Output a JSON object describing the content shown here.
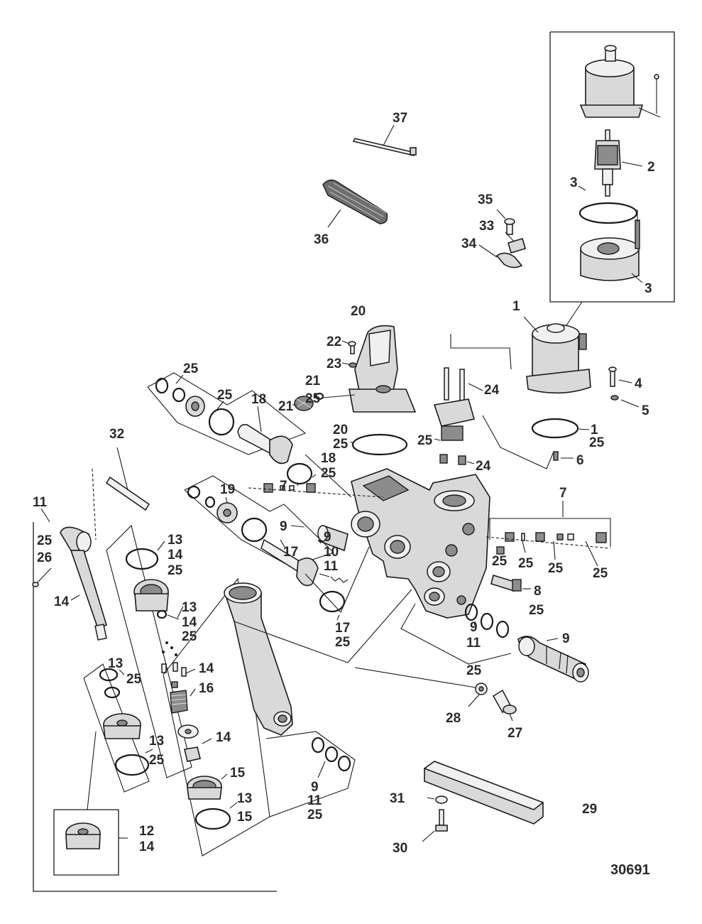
{
  "figure_number": "30691",
  "callouts": [
    {
      "id": "c37",
      "text": "37"
    },
    {
      "id": "c2",
      "text": "2"
    },
    {
      "id": "c3a",
      "text": "3"
    },
    {
      "id": "c3b",
      "text": "3"
    },
    {
      "id": "c35",
      "text": "35"
    },
    {
      "id": "c33",
      "text": "33"
    },
    {
      "id": "c34",
      "text": "34"
    },
    {
      "id": "c36",
      "text": "36"
    },
    {
      "id": "c20a",
      "text": "20"
    },
    {
      "id": "c1a",
      "text": "1"
    },
    {
      "id": "c22",
      "text": "22"
    },
    {
      "id": "c23",
      "text": "23"
    },
    {
      "id": "c25a",
      "text": "25"
    },
    {
      "id": "c21a",
      "text": "21"
    },
    {
      "id": "c25b",
      "text": "25"
    },
    {
      "id": "c24a",
      "text": "24"
    },
    {
      "id": "c4",
      "text": "4"
    },
    {
      "id": "c5",
      "text": "5"
    },
    {
      "id": "c25c",
      "text": "25"
    },
    {
      "id": "c18a",
      "text": "18"
    },
    {
      "id": "c21b",
      "text": "21"
    },
    {
      "id": "c20b",
      "text": "20"
    },
    {
      "id": "c25d",
      "text": "25"
    },
    {
      "id": "c25e",
      "text": "25"
    },
    {
      "id": "c24b",
      "text": "24"
    },
    {
      "id": "c1b",
      "text": "1"
    },
    {
      "id": "c25f",
      "text": "25"
    },
    {
      "id": "c6",
      "text": "6"
    },
    {
      "id": "c32",
      "text": "32"
    },
    {
      "id": "c18b",
      "text": "18"
    },
    {
      "id": "c25g",
      "text": "25"
    },
    {
      "id": "c7a",
      "text": "7"
    },
    {
      "id": "c19",
      "text": "19"
    },
    {
      "id": "c11a",
      "text": "11"
    },
    {
      "id": "c7b",
      "text": "7"
    },
    {
      "id": "c9a",
      "text": "9"
    },
    {
      "id": "c9b",
      "text": "9"
    },
    {
      "id": "c10",
      "text": "10"
    },
    {
      "id": "c25h",
      "text": "25"
    },
    {
      "id": "c26",
      "text": "26"
    },
    {
      "id": "c13a",
      "text": "13"
    },
    {
      "id": "c14a",
      "text": "14"
    },
    {
      "id": "c25i",
      "text": "25"
    },
    {
      "id": "c17a",
      "text": "17"
    },
    {
      "id": "c11b",
      "text": "11"
    },
    {
      "id": "c25j",
      "text": "25"
    },
    {
      "id": "c25k",
      "text": "25"
    },
    {
      "id": "c25l",
      "text": "25"
    },
    {
      "id": "c25m",
      "text": "25"
    },
    {
      "id": "c14b",
      "text": "14"
    },
    {
      "id": "c8",
      "text": "8"
    },
    {
      "id": "c13b",
      "text": "13"
    },
    {
      "id": "c14c",
      "text": "14"
    },
    {
      "id": "c25n",
      "text": "25"
    },
    {
      "id": "c25o",
      "text": "25"
    },
    {
      "id": "c17b",
      "text": "17"
    },
    {
      "id": "c25p",
      "text": "25"
    },
    {
      "id": "c9c",
      "text": "9"
    },
    {
      "id": "c11c",
      "text": "11"
    },
    {
      "id": "c25q",
      "text": "25"
    },
    {
      "id": "c9d",
      "text": "9"
    },
    {
      "id": "c13c",
      "text": "13"
    },
    {
      "id": "c25r",
      "text": "25"
    },
    {
      "id": "c14d",
      "text": "14"
    },
    {
      "id": "c16",
      "text": "16"
    },
    {
      "id": "c28",
      "text": "28"
    },
    {
      "id": "c27",
      "text": "27"
    },
    {
      "id": "c14e",
      "text": "14"
    },
    {
      "id": "c13d",
      "text": "13"
    },
    {
      "id": "c25s",
      "text": "25"
    },
    {
      "id": "c15a",
      "text": "15"
    },
    {
      "id": "c9e",
      "text": "9"
    },
    {
      "id": "c11d",
      "text": "11"
    },
    {
      "id": "c25t",
      "text": "25"
    },
    {
      "id": "c13e",
      "text": "13"
    },
    {
      "id": "c15b",
      "text": "15"
    },
    {
      "id": "c31",
      "text": "31"
    },
    {
      "id": "c29",
      "text": "29"
    },
    {
      "id": "c12",
      "text": "12"
    },
    {
      "id": "c14f",
      "text": "14"
    },
    {
      "id": "c30",
      "text": "30"
    }
  ]
}
